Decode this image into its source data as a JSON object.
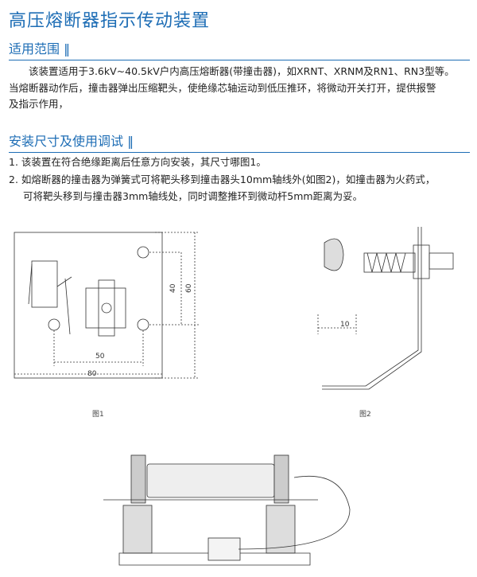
{
  "title": "高压熔断器指示传动装置",
  "section1": {
    "heading": "适用范围 ‖",
    "text_line1": "　　该装置适用于3.6kV~40.5kV户内高压熔断器(带撞击器)，如XRNT、XRNM及RN1、RN3型等。",
    "text_line2": "当熔断器动作后，撞击器弹出压缩靶头，使绝缘芯轴运动到低压推环，将微动开关打开，提供报警",
    "text_line3": "及指示作用，"
  },
  "section2": {
    "heading": "安装尺寸及使用调试 ‖",
    "items": [
      {
        "num": "1.",
        "text": "该装置在符合绝缘距离后任意方向安装，其尺寸哪图1。"
      },
      {
        "num": "2.",
        "text": "如熔断器的撞击器为弹簧式可将靶头移到撞击器头10mm轴线外(如图2)，如撞击器为火药式，",
        "text2": "可将靶头移到与撞击器3mm轴线处，同时调整推环到微动杆5mm距离为妥。"
      }
    ]
  },
  "figures": {
    "fig1_caption": "图1",
    "fig2_caption": "图2",
    "dims": {
      "d50": "50",
      "d80": "80",
      "d40": "40",
      "d60": "60",
      "d10": "10"
    }
  }
}
